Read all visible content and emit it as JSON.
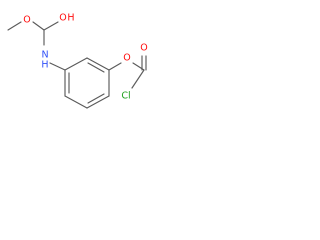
{
  "structure": {
    "atoms": {
      "o_methoxy": "O",
      "o_carbonyl_h": "O",
      "h_carbamate": "H",
      "n_amine": "N",
      "h_amine": "H",
      "o_ester": "O",
      "o_carbonyl_cl": "O",
      "cl_chloro": "Cl"
    },
    "colors": {
      "bond": "#5a5a5a",
      "oxygen": "#ff0d0d",
      "nitrogen": "#3050f8",
      "chlorine": "#1fa01f"
    }
  }
}
